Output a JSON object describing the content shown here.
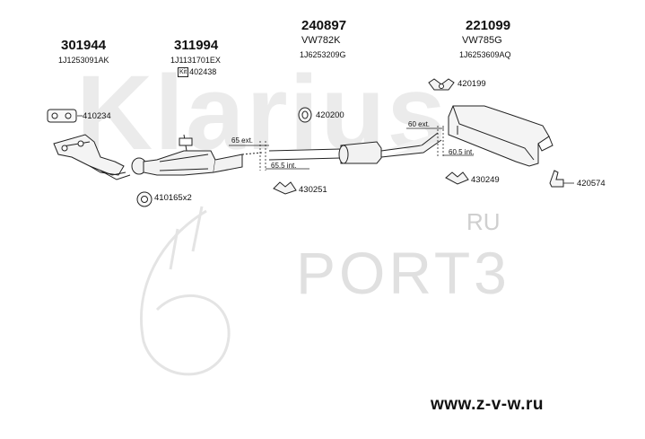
{
  "watermarks": {
    "brand": "Klarius",
    "ru": "RU",
    "port": "PORT3"
  },
  "footer": {
    "site": "www.z-v-w.ru"
  },
  "parts": [
    {
      "id": "301944",
      "ref": "1J1253091AK"
    },
    {
      "id": "311994",
      "ref": "1J1131701EX",
      "kit_label": "Kit",
      "kit_id": "402438"
    },
    {
      "id": "240897",
      "name": "VW782K",
      "ref": "1J6253209G"
    },
    {
      "id": "221099",
      "name": "VW785G",
      "ref": "1J6253609AQ"
    }
  ],
  "accessories": {
    "gasket": "410234",
    "clamp_top_right": "420199",
    "ring_middle": "420200",
    "gasket_cat": "410165x2",
    "clamp_mid": "430251",
    "clamp_rear": "430249",
    "hanger_rear": "420574"
  },
  "dimensions": {
    "ext_1": "65 ext.",
    "int_1": "65.5 int.",
    "ext_2": "60 ext.",
    "int_2": "60.5 int."
  },
  "colors": {
    "line": "#222222",
    "watermark": "#e6e6e6",
    "text": "#111111"
  }
}
